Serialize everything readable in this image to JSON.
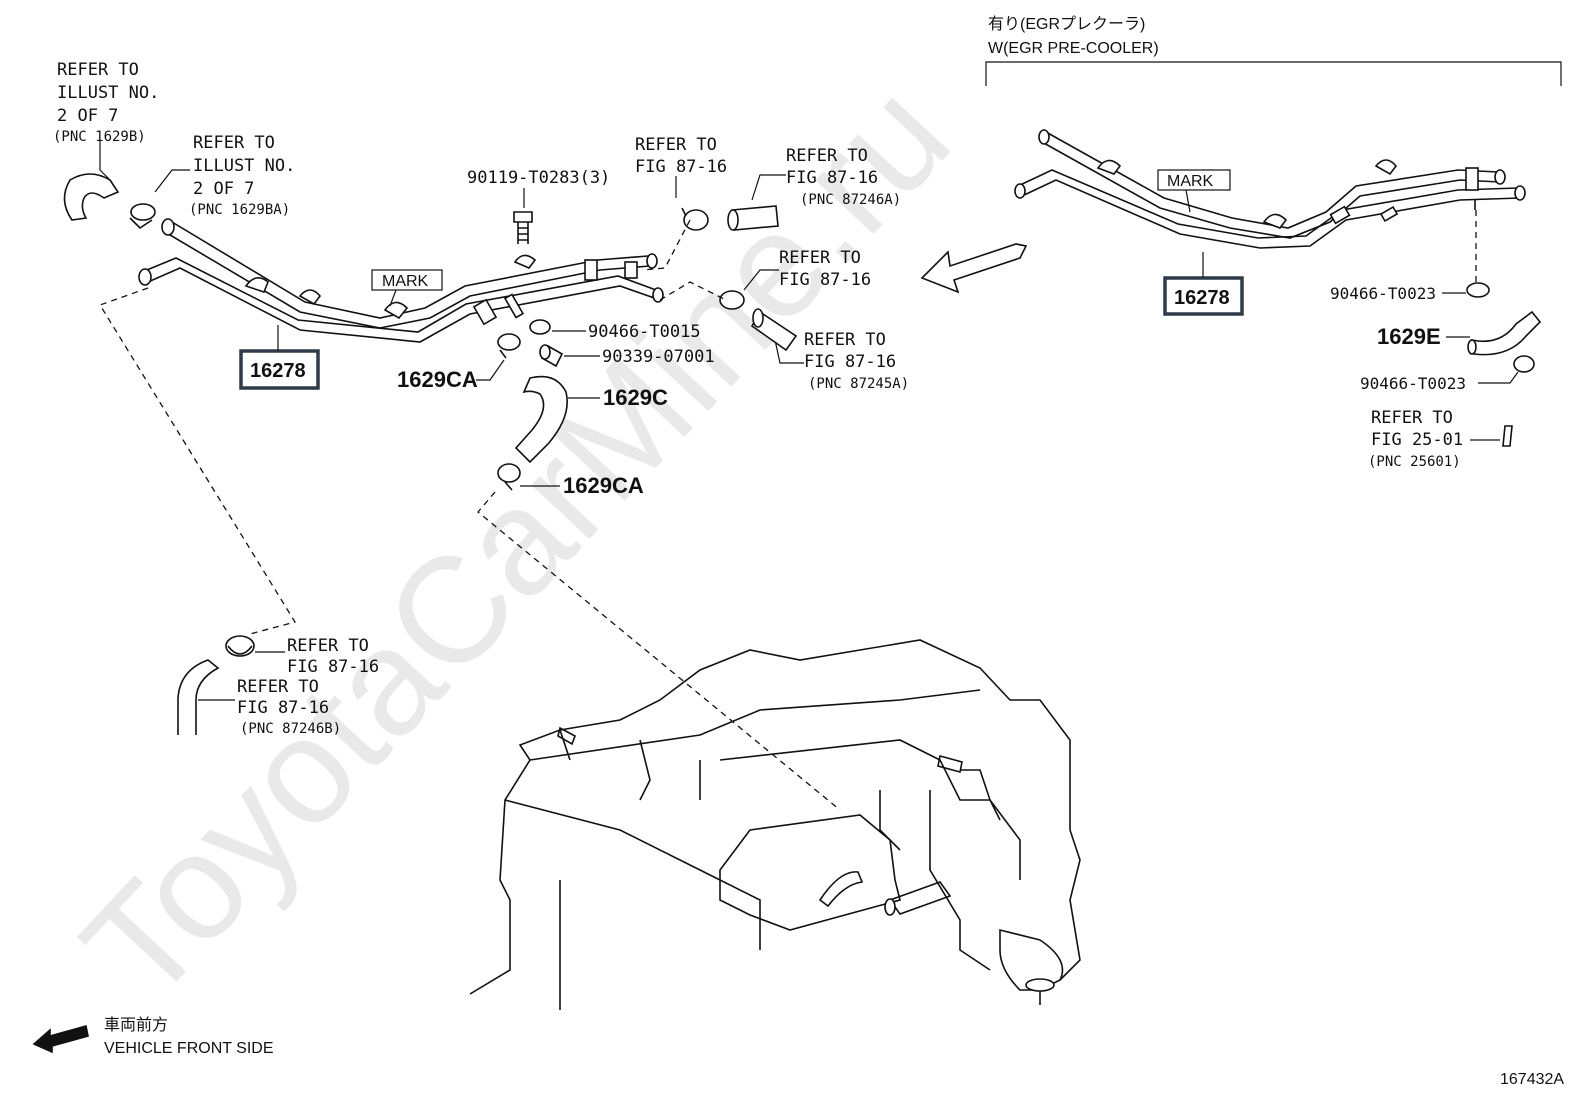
{
  "watermark": "ToyotaCarMine.ru",
  "header": {
    "jp_label": "有り(EGRプレクーラ)",
    "en_label": "W(EGR PRE-COOLER)"
  },
  "refs": {
    "illust_b": [
      "REFER TO",
      "ILLUST NO.",
      "2 OF 7",
      "(PNC 1629B)"
    ],
    "illust_ba": [
      "REFER TO",
      "ILLUST NO.",
      "2 OF 7",
      "(PNC 1629BA)"
    ],
    "fig_top_a": [
      "REFER TO",
      "FIG 87-16"
    ],
    "fig_top_b": [
      "REFER TO",
      "FIG 87-16",
      "(PNC 87246A)"
    ],
    "fig_mid_a": [
      "REFER TO",
      "FIG 87-16"
    ],
    "fig_mid_b": [
      "REFER TO",
      "FIG 87-16",
      "(PNC 87245A)"
    ],
    "fig_low_a": [
      "REFER TO",
      "FIG 87-16"
    ],
    "fig_low_b": [
      "REFER TO",
      "FIG 87-16",
      "(PNC 87246B)"
    ],
    "fig_right": [
      "REFER TO",
      "FIG 25-01",
      "(PNC 25601)"
    ]
  },
  "parts": {
    "bolt": "90119-T0283(3)",
    "clip_a": "90466-T0015",
    "plug": "90339-07001",
    "clamp_upper": "1629CA",
    "hose": "1629C",
    "clamp_lower": "1629CA",
    "pipe_left": "16278",
    "pipe_right": "16278",
    "clip_right_top": "90466-T0023",
    "hose_right": "1629E",
    "clip_right_bottom": "90466-T0023"
  },
  "mark_label": "MARK",
  "front": {
    "jp": "車両前方",
    "en": "VEHICLE FRONT SIDE"
  },
  "figure_id": "167432A"
}
